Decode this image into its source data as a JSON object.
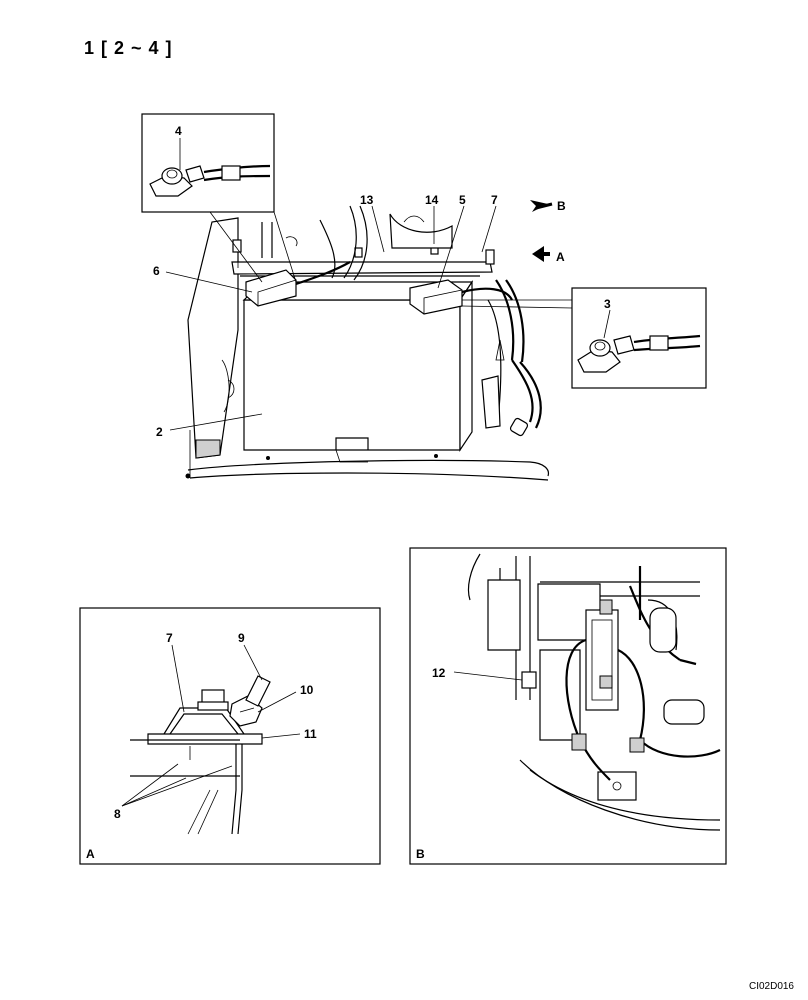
{
  "page_header": "1 [ 2 ~ 4 ]",
  "figure_code": "CI02D016",
  "callouts": {
    "c2": "2",
    "c3": "3",
    "c4": "4",
    "c5": "5",
    "c6": "6",
    "c7_top": "7",
    "c13": "13",
    "c14": "14",
    "c7_detail": "7",
    "c8": "8",
    "c9": "9",
    "c10": "10",
    "c11": "11",
    "c12": "12"
  },
  "view_arrows": {
    "arrow_a": "A",
    "arrow_b": "B"
  },
  "detail_panels": {
    "panel_a_label": "A",
    "panel_b_label": "B"
  }
}
